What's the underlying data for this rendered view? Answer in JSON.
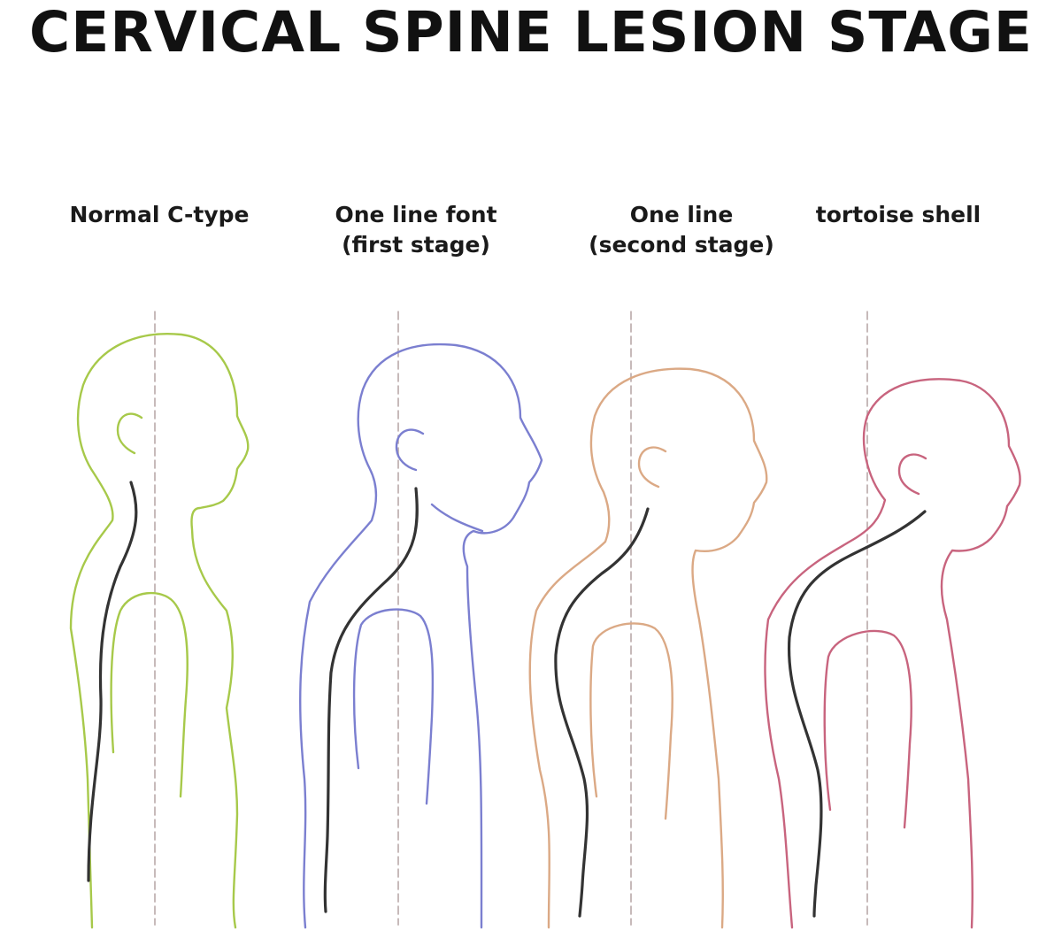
{
  "title": "CERVICAL SPINE LESION STAGE",
  "stages": [
    {
      "line1": "Normal C-type",
      "line2": "",
      "color": "#a7c94a",
      "spine_color": "#333333"
    },
    {
      "line1": "One line font",
      "line2": "(first stage)",
      "color": "#7b7fd0",
      "spine_color": "#333333"
    },
    {
      "line1": "One line",
      "line2": "(second stage)",
      "color": "#dba985",
      "spine_color": "#333333"
    },
    {
      "line1": "tortoise shell",
      "line2": "",
      "color": "#c8647e",
      "spine_color": "#333333"
    }
  ],
  "guide_line_color": "#b9a9a9"
}
